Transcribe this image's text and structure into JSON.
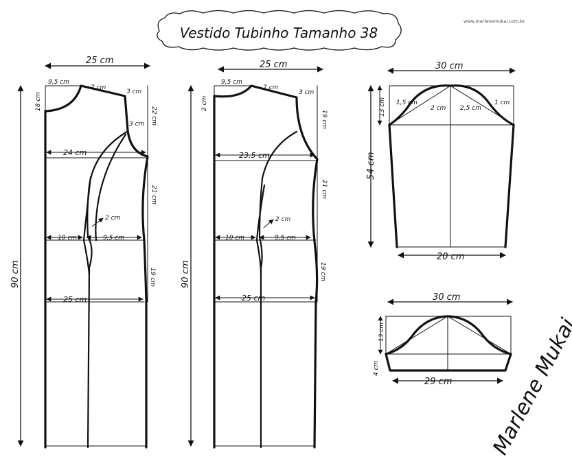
{
  "title": "Vestido Tubinho Tamanho 38",
  "site": "www.marlenemukai.com.br",
  "signature": "Marlene Mukai",
  "back_pattern": {
    "width_top": "25 cm",
    "neck_width": "9,5 cm",
    "neck_depth": "18 cm",
    "shoulder": "7 cm",
    "shoulder_drop": "3 cm",
    "armhole_depth": "22 cm",
    "armhole_curve": "3 cm",
    "bust_width": "24 cm",
    "waist_to_bust": "21 cm",
    "waist_left": "10 cm",
    "dart": "2 cm",
    "waist_right": "9,5 cm",
    "hip_depth": "19 cm",
    "hip_width": "25 cm",
    "length": "90 cm"
  },
  "front_pattern": {
    "width_top": "25 cm",
    "neck_width": "9,5 cm",
    "neck_depth": "2 cm",
    "shoulder": "7 cm",
    "shoulder_drop": "3 cm",
    "armhole_depth": "19 cm",
    "bust_width": "23,5 cm",
    "waist_to_bust": "21 cm",
    "waist_left": "10 cm",
    "dart": "2 cm",
    "waist_right": "9,5 cm",
    "hip_depth": "19 cm",
    "hip_width": "25 cm",
    "length": "90 cm"
  },
  "long_sleeve": {
    "width_top": "30 cm",
    "cap_height": "13 cm",
    "left_offset": "1,5 cm",
    "center_left": "2 cm",
    "center_right": "2,5 cm",
    "right_offset": "1 cm",
    "length": "54 cm",
    "width_bottom": "20 cm"
  },
  "short_sleeve": {
    "width_top": "30 cm",
    "cap_height": "13 cm",
    "hem_height": "4 cm",
    "width_bottom": "29 cm"
  }
}
